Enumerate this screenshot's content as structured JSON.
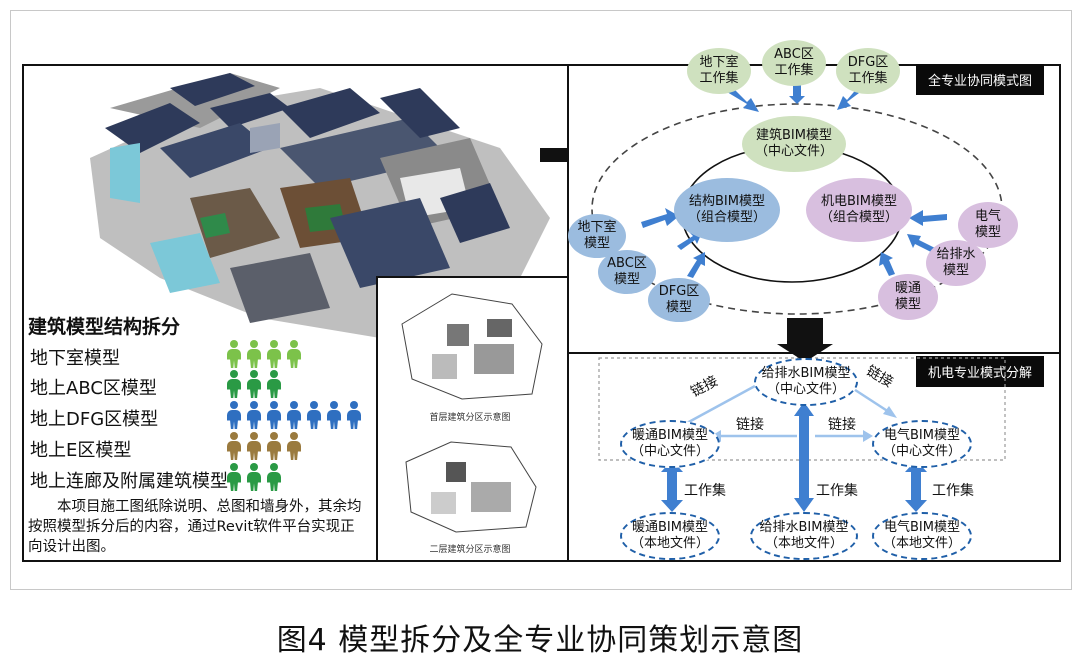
{
  "left": {
    "legend_title": "建筑模型结构拆分",
    "legend_rows": [
      {
        "label": "地下室模型",
        "count": 4,
        "color": "#7cc24a"
      },
      {
        "label": "地上ABC区模型",
        "count": 3,
        "color": "#2a9a45"
      },
      {
        "label": "地上DFG区模型",
        "count": 7,
        "color": "#2f6fc0"
      },
      {
        "label": "地上E区模型",
        "count": 4,
        "color": "#9a7a3e"
      },
      {
        "label": "地上连廊及附属建筑模型",
        "count": 3,
        "color": "#2a9a45"
      }
    ],
    "note": "本项目施工图纸除说明、总图和墙身外，其余均按照模型拆分后的内容，通过Revit软件平台实现正向设计出图。",
    "plan_caption_1": "首层建筑分区示意图",
    "plan_caption_2": "二层建筑分区示意图"
  },
  "top_right": {
    "tag": "全专业协同模式图",
    "center": {
      "line1": "建筑BIM模型",
      "line2": "（中心文件）"
    },
    "struct": {
      "line1": "结构BIM模型",
      "line2": "（组合模型）"
    },
    "mep": {
      "line1": "机电BIM模型",
      "line2": "（组合模型）"
    },
    "top_nodes": [
      {
        "line1": "地下室",
        "line2": "工作集"
      },
      {
        "line1": "ABC区",
        "line2": "工作集"
      },
      {
        "line1": "DFG区",
        "line2": "工作集"
      }
    ],
    "left_nodes": [
      {
        "line1": "地下室",
        "line2": "模型"
      },
      {
        "line1": "ABC区",
        "line2": "模型"
      },
      {
        "line1": "DFG区",
        "line2": "模型"
      }
    ],
    "right_nodes": [
      {
        "line1": "电气",
        "line2": "模型"
      },
      {
        "line1": "给排水",
        "line2": "模型"
      },
      {
        "line1": "暖通",
        "line2": "模型"
      }
    ]
  },
  "bottom_right": {
    "tag": "机电专业模式分解",
    "link": "链接",
    "workset": "工作集",
    "top": {
      "line1": "给排水BIM模型",
      "line2": "（中心文件）"
    },
    "hvac_center": {
      "line1": "暖通BIM模型",
      "line2": "（中心文件）"
    },
    "elec_center": {
      "line1": "电气BIM模型",
      "line2": "（中心文件）"
    },
    "hvac_local": {
      "line1": "暖通BIM模型",
      "line2": "（本地文件）"
    },
    "water_local": {
      "line1": "给排水BIM模型",
      "line2": "（本地文件）"
    },
    "elec_local": {
      "line1": "电气BIM模型",
      "line2": "（本地文件）"
    }
  },
  "caption": "图4  模型拆分及全专业协同策划示意图",
  "colors": {
    "arrow_blue": "#3f7fd0",
    "arrow_light": "#9ec3ec",
    "dash_blue": "#1f5fa8",
    "black": "#111111"
  }
}
